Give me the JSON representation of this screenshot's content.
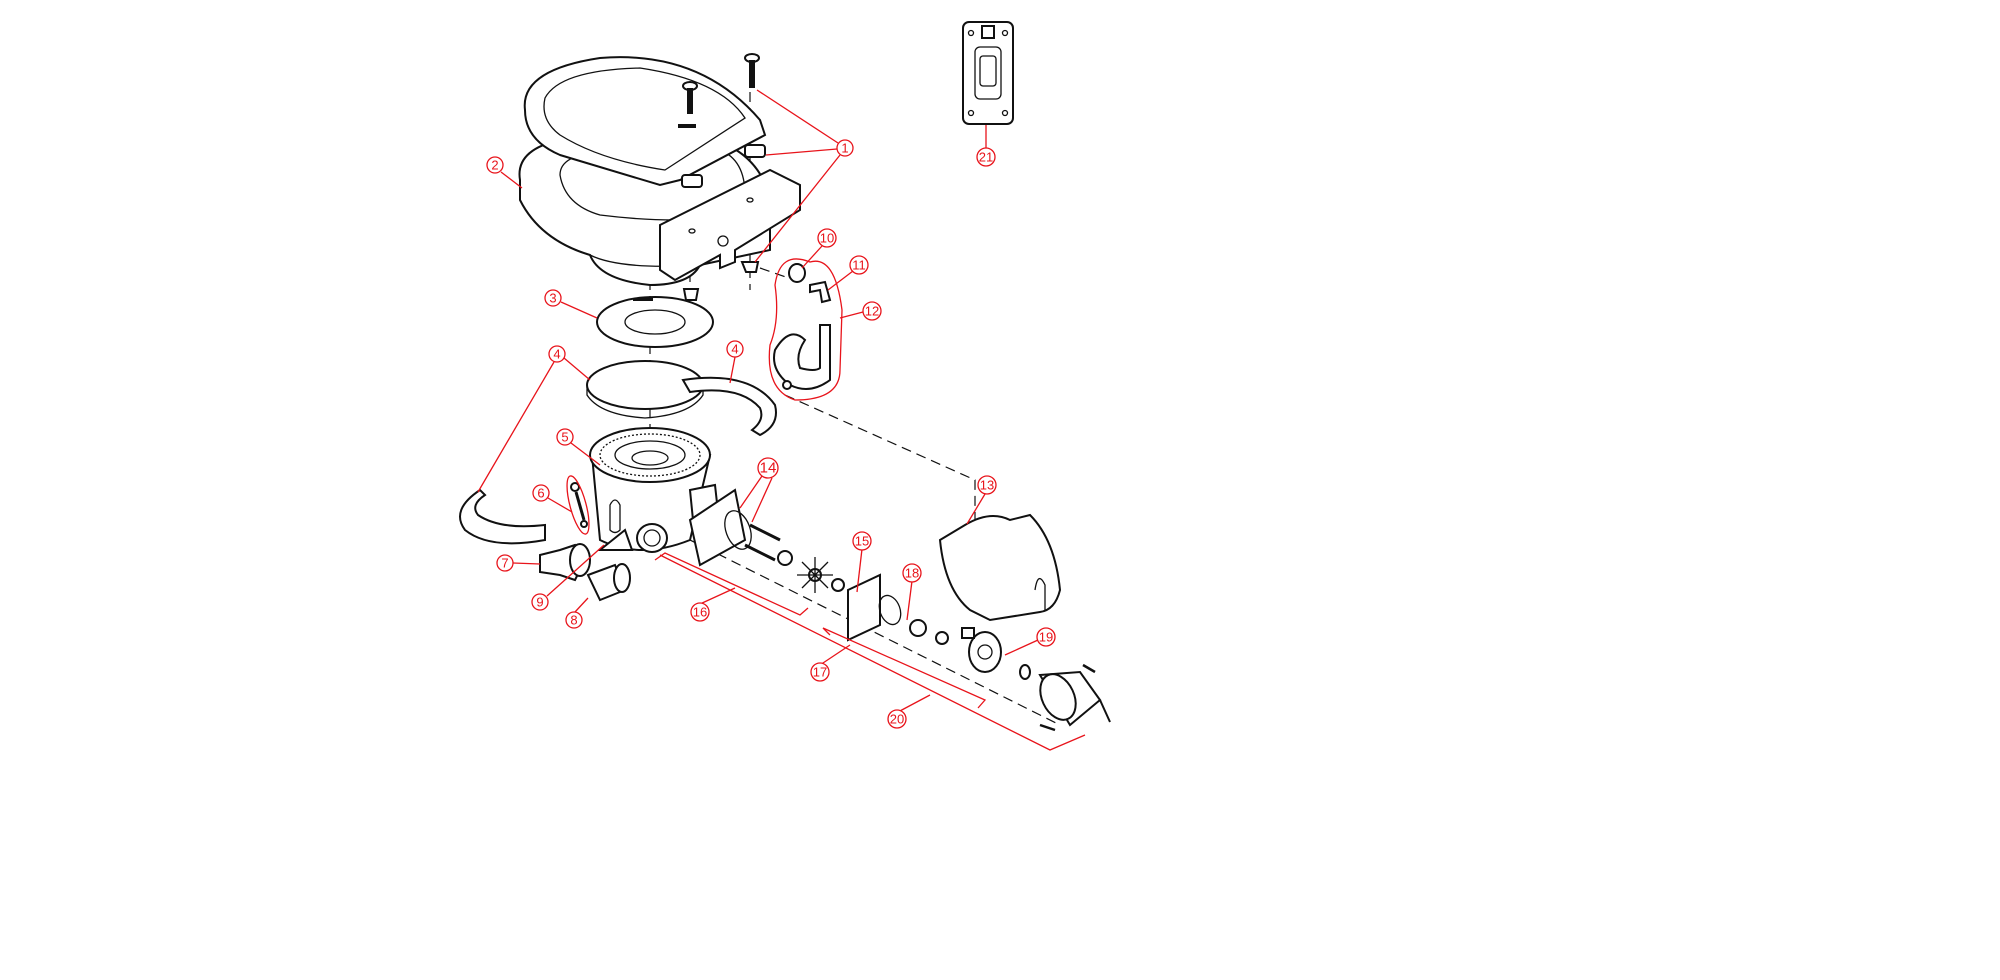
{
  "diagram": {
    "title": "Electric toilet exploded parts view",
    "callouts": [
      {
        "id": "1",
        "label": "1"
      },
      {
        "id": "2",
        "label": "2"
      },
      {
        "id": "3",
        "label": "3"
      },
      {
        "id": "4a",
        "label": "4"
      },
      {
        "id": "4b",
        "label": "4"
      },
      {
        "id": "5",
        "label": "5"
      },
      {
        "id": "6",
        "label": "6"
      },
      {
        "id": "7",
        "label": "7"
      },
      {
        "id": "8",
        "label": "8"
      },
      {
        "id": "9",
        "label": "9"
      },
      {
        "id": "10",
        "label": "10"
      },
      {
        "id": "11",
        "label": "11"
      },
      {
        "id": "12",
        "label": "12"
      },
      {
        "id": "13",
        "label": "13"
      },
      {
        "id": "14",
        "label": "14"
      },
      {
        "id": "15",
        "label": "15"
      },
      {
        "id": "16",
        "label": "16"
      },
      {
        "id": "17",
        "label": "17"
      },
      {
        "id": "18",
        "label": "18"
      },
      {
        "id": "19",
        "label": "19"
      },
      {
        "id": "20",
        "label": "20"
      },
      {
        "id": "21",
        "label": "21"
      }
    ],
    "colors": {
      "callout": "#e8141b",
      "line": "#111111"
    }
  }
}
